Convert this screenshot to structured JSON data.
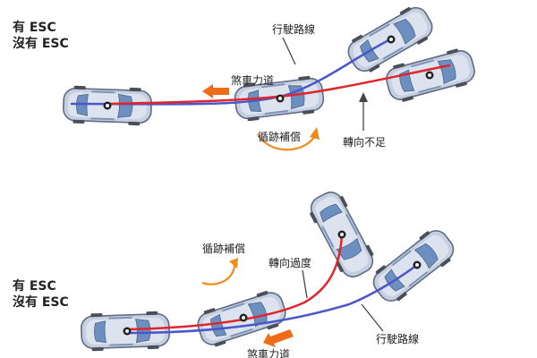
{
  "colors": {
    "with_esc": "#4a57c8",
    "without_esc": "#e0252c",
    "brake_arrow": "#ef6b17",
    "comp_arrow": "#f08a1e",
    "pointer": "#444444",
    "car_body": "#c6cfe0",
    "car_glass": "#6d8fc0",
    "car_outline": "#5d6b84"
  },
  "top": {
    "legend": {
      "with_esc": "有 ESC",
      "without_esc": "沒有 ESC"
    },
    "labels": {
      "path": "行駛路線",
      "brake": "煞車力道",
      "compensation": "循跡補償",
      "understeer": "轉向不足"
    }
  },
  "bottom": {
    "legend": {
      "with_esc": "有 ESC",
      "without_esc": "沒有 ESC"
    },
    "labels": {
      "compensation": "循跡補償",
      "oversteer": "轉向過度",
      "path": "行駛路線",
      "brake": "煞車力道"
    }
  }
}
